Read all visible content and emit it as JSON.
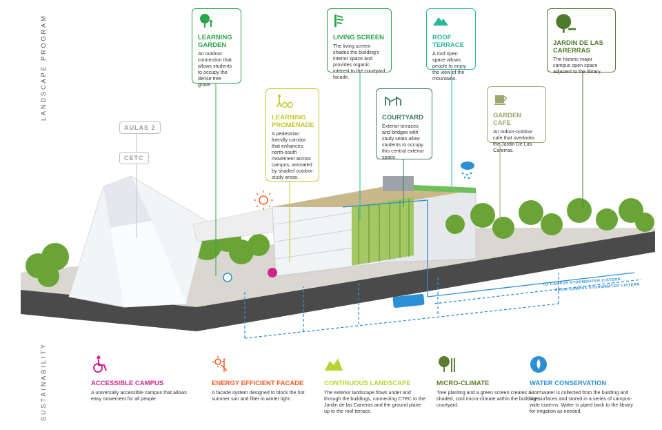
{
  "side_labels": {
    "top": "LANDSCAPE PROGRAM",
    "bottom": "SUSTAINABILITY"
  },
  "colors": {
    "green": "#2aa54a",
    "yellow_green": "#c3c92a",
    "teal": "#2ab79c",
    "olive": "#4f7a2b",
    "dark_teal": "#3b7a68",
    "khaki": "#9aa86b",
    "magenta": "#d0268c",
    "orange": "#f05a25",
    "lime": "#b8d432",
    "moss": "#5a7d2e",
    "blue": "#2b8fd6"
  },
  "building_tags": [
    "AULAS 2",
    "CETC"
  ],
  "callouts": {
    "learning_garden": {
      "title": "LEARNING GARDEN",
      "text": "An outdoor connection that allows students to occupy the dense tree grove.",
      "icon": "tree-person-icon"
    },
    "living_screen": {
      "title": "LIVING SCREEN",
      "text": "The living screen shades the building's interior space and provides organic interest to the courtyard facade.",
      "icon": "plant-screen-icon"
    },
    "roof_terrace": {
      "title": "ROOF TERRACE",
      "text": "A roof open space allows people to enjoy the view of the mountains.",
      "icon": "mountain-icon"
    },
    "jardin": {
      "title": "JARDIN DE LAS CARERRAS",
      "text": "The historic major campus open space adjacent to the library.",
      "icon": "tree-bench-icon"
    },
    "learning_promenade": {
      "title": "LEARNING PROMENADE",
      "text": "A pedestrian friendly corridor that enhances north-south movement across campus, animated by shaded outdoor study areas.",
      "icon": "walk-bike-icon"
    },
    "courtyard": {
      "title": "COURTYARD",
      "text": "Exterior terraces and bridges with study seats allow students to occupy this central exterior space.",
      "icon": "courtyard-icon"
    },
    "garden_cafe": {
      "title": "GARDEN CAFE",
      "text": "An indoor-outdoor cafe that overlooks the Jardin De Las Carerras.",
      "icon": "cup-icon"
    }
  },
  "pipes": {
    "to_cistern": "TO CAMPUS STORMWATER CISTERN",
    "from_cistern": "FROM CAMPUS STORMWATER CISTERN"
  },
  "sustainability": [
    {
      "title": "ACCESSIBLE CAMPUS",
      "text": "A universally accessible campus that allows easy movement for all people.",
      "icon": "wheelchair-icon",
      "color": "#d0268c"
    },
    {
      "title": "ENERGY EFFICIENT FACADE",
      "text": "A facade system designed to block the hot summer sun and filter in winter light.",
      "icon": "sun-filter-icon",
      "color": "#f05a25"
    },
    {
      "title": "CONTINUOUS LANDSCAPE",
      "text": "The exterior landscape flows under and through the buildings, connecting CTEC to the Jardin de las Carreras and the ground plane up to the roof terrace.",
      "icon": "landscape-icon",
      "color": "#b8d432"
    },
    {
      "title": "MICRO-CLIMATE",
      "text": "Tree planting and a green screen creates a shaded, cool micro-climate within the building's courtyard.",
      "icon": "tree-screen-icon",
      "color": "#5a7d2e"
    },
    {
      "title": "WATER CONSERVATION",
      "text": "Stormwater is collected from the building and site surfaces and stored in a series of campus-wide cisterns. Water is piped back to the library for irrigation as needed.",
      "icon": "water-drop-icon",
      "color": "#2b8fd6"
    }
  ]
}
